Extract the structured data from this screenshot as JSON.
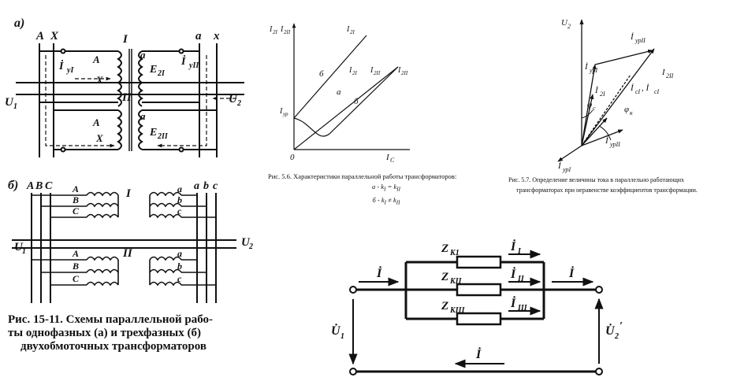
{
  "fig_a": {
    "panel": "а)",
    "terminals": [
      "A",
      "X",
      "I",
      "a",
      "x"
    ],
    "currents": [
      "İ",
      "yI",
      "İ",
      "yII"
    ],
    "windings": [
      "A",
      "X",
      "a",
      "E",
      "2I",
      "A",
      "X",
      "a",
      "E",
      "2II"
    ],
    "sides": [
      "U",
      "1",
      "II",
      "U",
      "2"
    ]
  },
  "fig_b": {
    "panel": "б)",
    "left_buses": [
      "A",
      "B",
      "C"
    ],
    "right_buses": [
      "a",
      "b",
      "c"
    ],
    "group1": {
      "mark": "I",
      "left": [
        "A",
        "B",
        "C"
      ],
      "right": [
        "a",
        "b",
        "c"
      ]
    },
    "group2": {
      "mark": "II",
      "left": [
        "A",
        "B",
        "C"
      ],
      "right": [
        "a",
        "b",
        "c"
      ]
    },
    "sides": [
      "U",
      "1",
      "U",
      "2"
    ]
  },
  "caption_1511": {
    "line1": "Рис. 15-11. Схемы параллельной рабо-",
    "line2": "ты однофазных (а) и трехфазных (б)",
    "line3": "двухобмоточных трансформаторов"
  },
  "graph_56": {
    "ylabel": "I",
    "ylabel_sub": "2I",
    "ylabel2": "I",
    "ylabel2_sub": "2II",
    "origin": "0",
    "xlabel": "I",
    "xlabel_sub": "С",
    "y_mark": "I",
    "y_mark_sub": "ур",
    "curve_labels": [
      {
        "t": "I",
        "s": "2I"
      },
      {
        "t": "I",
        "s": "2I"
      },
      {
        "t": "I",
        "s": "2II"
      },
      {
        "t": "I",
        "s": "2II"
      }
    ],
    "region_labels": [
      "б",
      "а",
      "б"
    ]
  },
  "caption_56": {
    "title": "Рис. 5.6. Характеристики параллельной работы трансформаторов:",
    "line_a": "а - k",
    "line_a_sub1": "I",
    "line_a_eq": " = k",
    "line_a_sub2": "II",
    "line_b": "б - k",
    "line_b_sub1": "I",
    "line_b_eq": " ≠ k",
    "line_b_sub2": "II"
  },
  "vector_57": {
    "u2": "U",
    "u2_sub": "2",
    "iyp2": "İ",
    "iyp2_sub": "урII",
    "i2ii": "I",
    "i2ii_sub": "2II",
    "iyp1": "İ",
    "iyp1_sub": "урI",
    "i21": "İ",
    "i21_sub": "2I",
    "ic": "İ",
    "ic_sub1": "cI",
    "ic_sep": ", İ",
    "ic_sub2": "cI",
    "phi_c": "φ",
    "phi_c_sub": "с",
    "phi_k": "φ",
    "phi_k_sub": "к",
    "iyp2_low": "İ",
    "iyp2_low_sub": "урII",
    "iyp1_low": "İ",
    "iyp1_low_sub": "урI"
  },
  "caption_57": {
    "line1": "Рис. 5.7. Определение величины тока в параллельно работающих",
    "line2": "трансформаторах при неравенстве коэффициентов трансформации."
  },
  "circuit": {
    "z1": "Z",
    "z1_sub": "К1",
    "z2": "Z",
    "z2_sub": "КII",
    "z3": "Z",
    "z3_sub": "КIII",
    "i1": "İ",
    "i1_sub": "I",
    "i2": "İ",
    "i2_sub": "II",
    "i3": "İ",
    "i3_sub": "III",
    "i_in": "İ",
    "i_out": "İ",
    "i_bottom": "İ",
    "u1": "U̇",
    "u1_sub": "1",
    "u2": "U̇",
    "u2_sub": "2",
    "u2_prime": "′"
  }
}
